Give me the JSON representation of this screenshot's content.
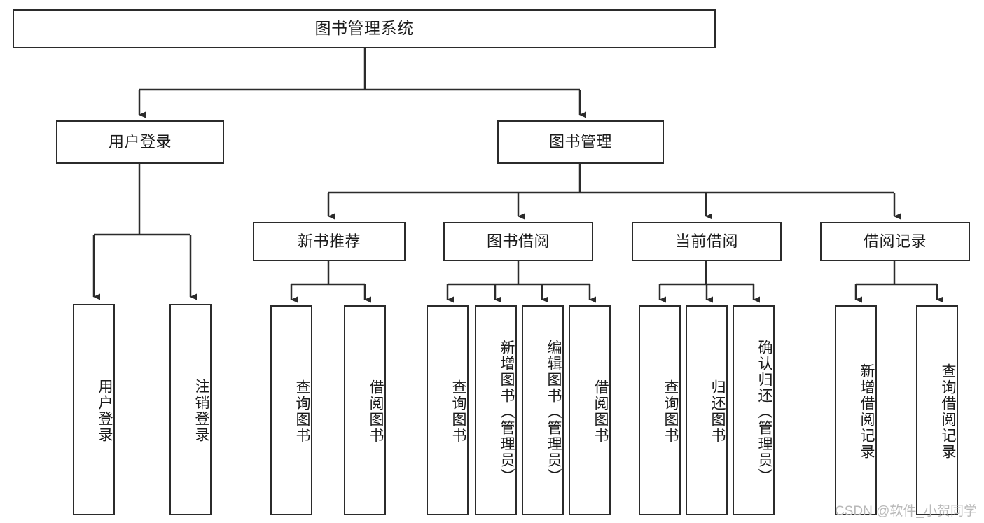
{
  "diagram": {
    "title": "图书管理系统",
    "type": "tree-hierarchy-chart",
    "style": {
      "box_border_color": "#2b2b2b",
      "box_fill_color": "#ffffff",
      "edge_color": "#2b2b2b",
      "text_color": "#1a1a1a",
      "background": "#ffffff"
    },
    "root": {
      "label": "图书管理系统"
    },
    "level1": [
      {
        "label": "用户登录"
      },
      {
        "label": "图书管理"
      }
    ],
    "level2": [
      {
        "label": "新书推荐"
      },
      {
        "label": "图书借阅"
      },
      {
        "label": "当前借阅"
      },
      {
        "label": "借阅记录"
      }
    ],
    "leaves": {
      "user_login": [
        {
          "label": "用户登录"
        },
        {
          "label": "注销登录"
        }
      ],
      "new_book_recommend": [
        {
          "label": "查询图书"
        },
        {
          "label": "借阅图书"
        }
      ],
      "book_borrow": [
        {
          "label": "查询图书"
        },
        {
          "label": "新增图书（管理员）"
        },
        {
          "label": "编辑图书（管理员）"
        },
        {
          "label": "借阅图书"
        }
      ],
      "current_borrow": [
        {
          "label": "查询图书"
        },
        {
          "label": "归还图书"
        },
        {
          "label": "确认归还（管理员）"
        }
      ],
      "borrow_record": [
        {
          "label": "新增借阅记录"
        },
        {
          "label": "查询借阅记录"
        }
      ]
    }
  },
  "watermark": {
    "text": "CSDN @软件_小贺同学"
  }
}
